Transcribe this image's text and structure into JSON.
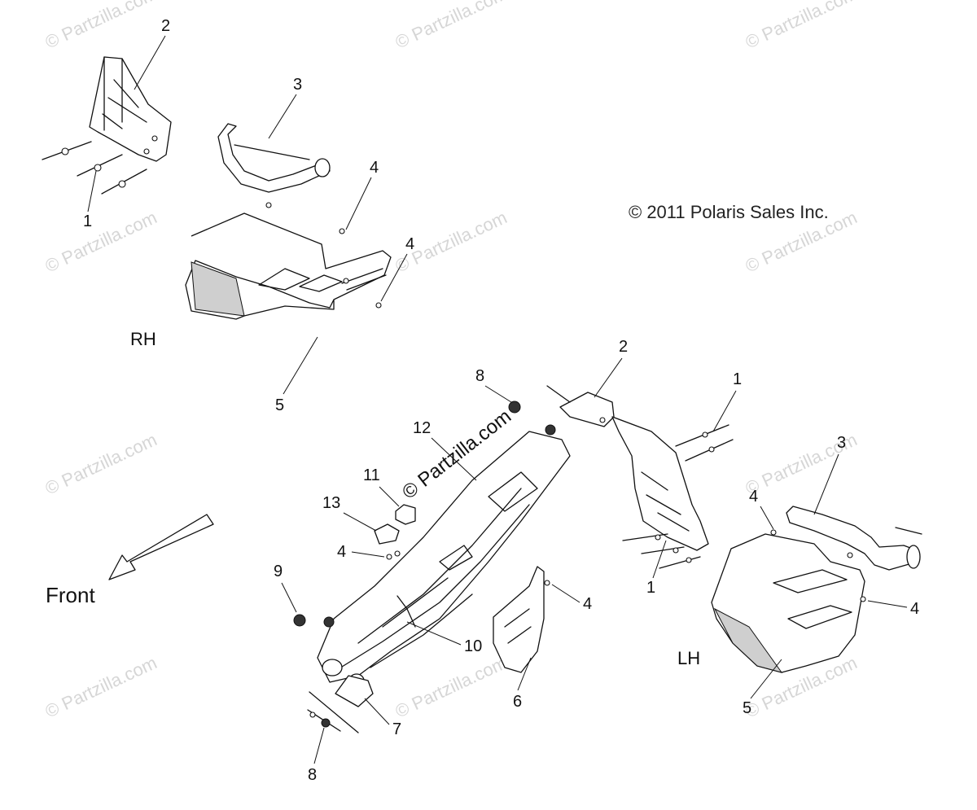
{
  "copyright": "© 2011 Polaris Sales Inc.",
  "watermark": "© Partzilla.com",
  "center_watermark": "© Partzilla.com",
  "side_labels": {
    "rh": "RH",
    "lh": "LH"
  },
  "direction": {
    "label": "Front"
  },
  "callouts": {
    "rh_1": "1",
    "rh_2": "2",
    "rh_3": "3",
    "rh_4a": "4",
    "rh_4b": "4",
    "rh_5": "5",
    "c_8top": "8",
    "c_12": "12",
    "c_11": "11",
    "c_13": "13",
    "c_4": "4",
    "c_9": "9",
    "c_10": "10",
    "c_7": "7",
    "c_8bot": "8",
    "c_6": "6",
    "c_4right": "4",
    "lh_2": "2",
    "lh_1a": "1",
    "lh_1b": "1",
    "lh_3": "3",
    "lh_4a": "4",
    "lh_4b": "4",
    "lh_5": "5"
  }
}
